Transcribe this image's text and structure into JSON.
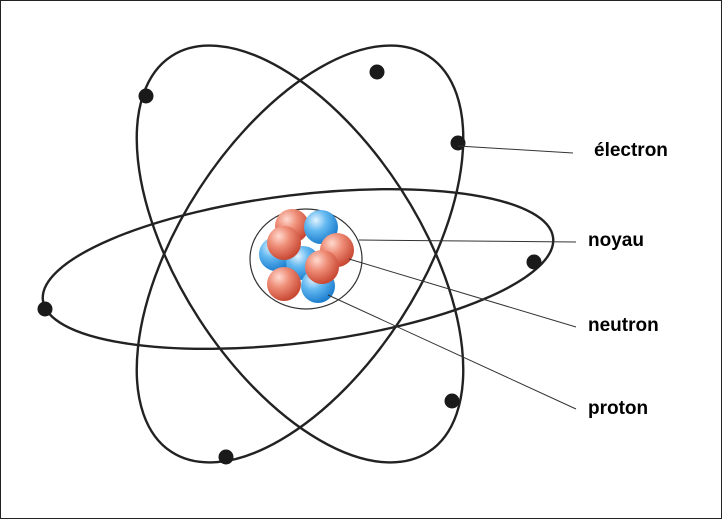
{
  "labels": {
    "electron": "électron",
    "nucleus": "noyau",
    "neutron": "neutron",
    "proton": "proton"
  },
  "colors": {
    "orbit": "#222222",
    "electron": "#1a1a1a",
    "proton": "#e06a55",
    "neutron": "#3fa4e6",
    "leader_line": "#333333"
  }
}
